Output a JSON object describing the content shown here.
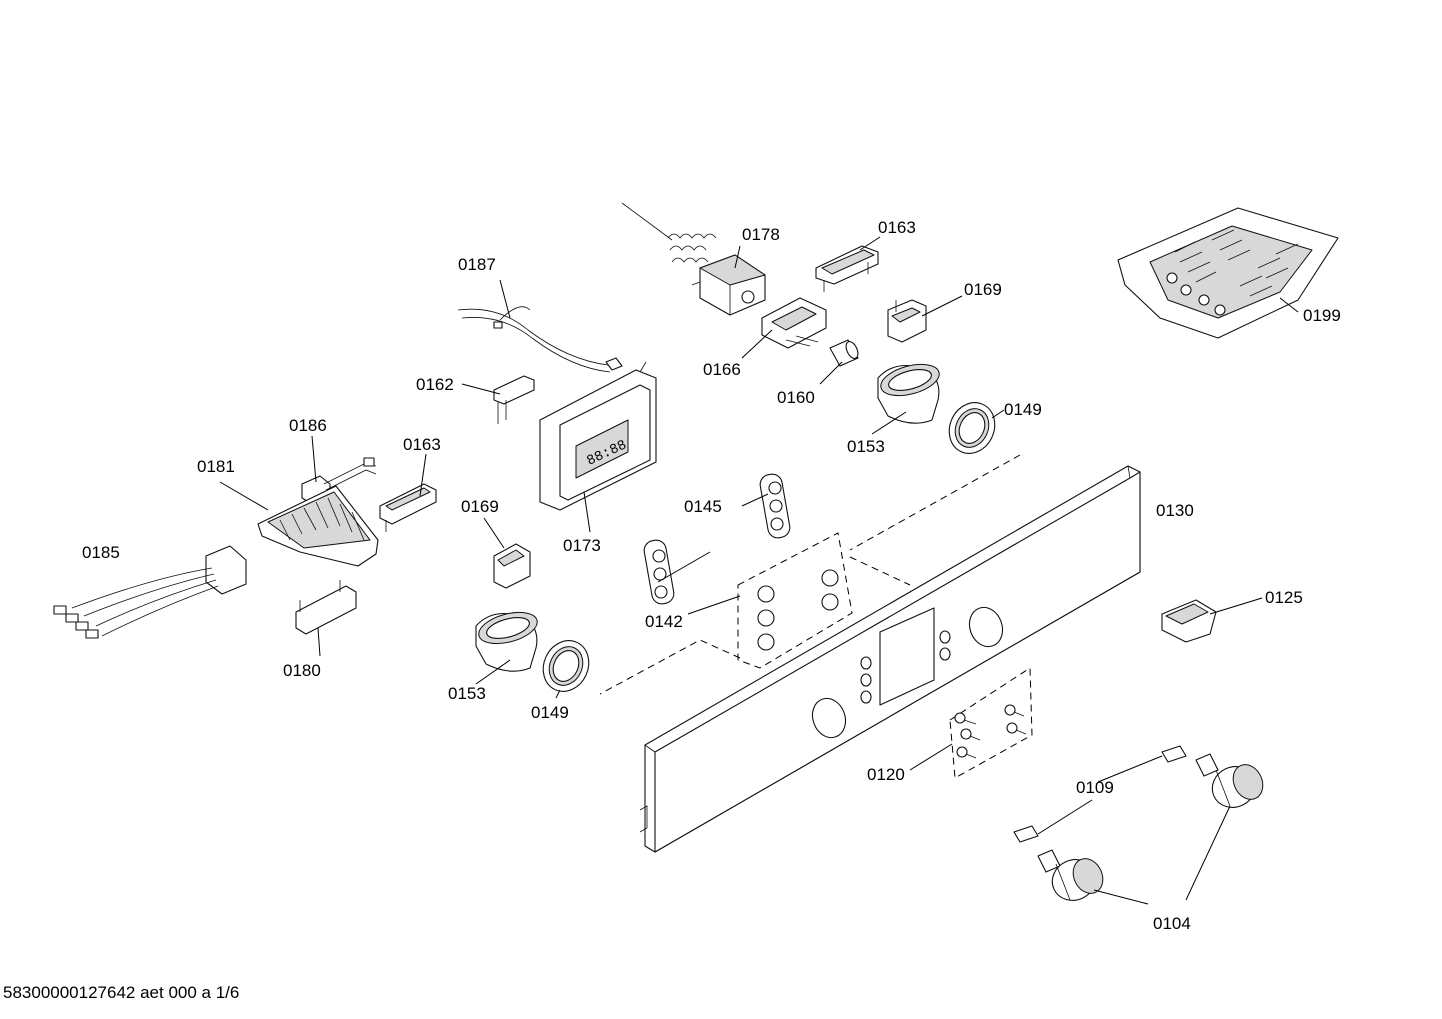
{
  "labels": {
    "l0178": "0178",
    "l0163a": "0163",
    "l0187": "0187",
    "l0169a": "0169",
    "l0199": "0199",
    "l0166": "0166",
    "l0162": "0162",
    "l0160": "0160",
    "l0149a": "0149",
    "l0186": "0186",
    "l0163b": "0163",
    "l0153a": "0153",
    "l0181": "0181",
    "l0145": "0145",
    "l0130": "0130",
    "l0169b": "0169",
    "l0173": "0173",
    "l0185": "0185",
    "l0125": "0125",
    "l0142": "0142",
    "l0180": "0180",
    "l0153b": "0153",
    "l0149b": "0149",
    "l0120": "0120",
    "l0109": "0109",
    "l0104": "0104"
  },
  "clock_display": "88:88",
  "footer": "58300000127642 aet 000 a 1/6"
}
